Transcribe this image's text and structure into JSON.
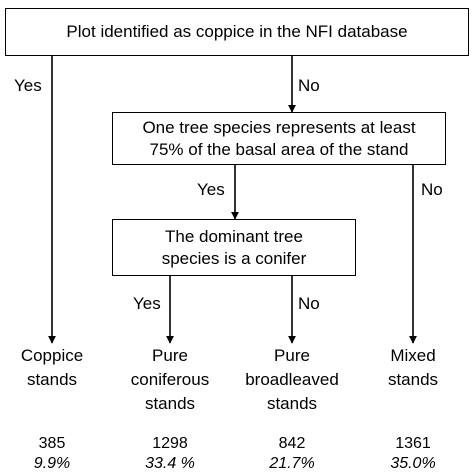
{
  "decisions": {
    "root": {
      "lines": [
        "Plot identified as coppice in the NFI database"
      ]
    },
    "basal_area": {
      "lines": [
        "One tree species represents at least",
        "75% of the basal area of the stand"
      ]
    },
    "conifer": {
      "lines": [
        "The dominant tree",
        "species is a conifer"
      ]
    }
  },
  "edges": {
    "root_yes": "Yes",
    "root_no": "No",
    "basal_yes": "Yes",
    "basal_no": "No",
    "conifer_yes": "Yes",
    "conifer_no": "No"
  },
  "outcomes": [
    {
      "lines": [
        "Coppice",
        "stands"
      ],
      "count": "385",
      "percent": "9.9%"
    },
    {
      "lines": [
        "Pure",
        "coniferous",
        "stands"
      ],
      "count": "1298",
      "percent": "33.4 %"
    },
    {
      "lines": [
        "Pure",
        "broadleaved",
        "stands"
      ],
      "count": "842",
      "percent": "21.7%"
    },
    {
      "lines": [
        "Mixed",
        "stands"
      ],
      "count": "1361",
      "percent": "35.0%"
    }
  ],
  "colors": {
    "stroke": "#000000",
    "background": "#ffffff"
  }
}
